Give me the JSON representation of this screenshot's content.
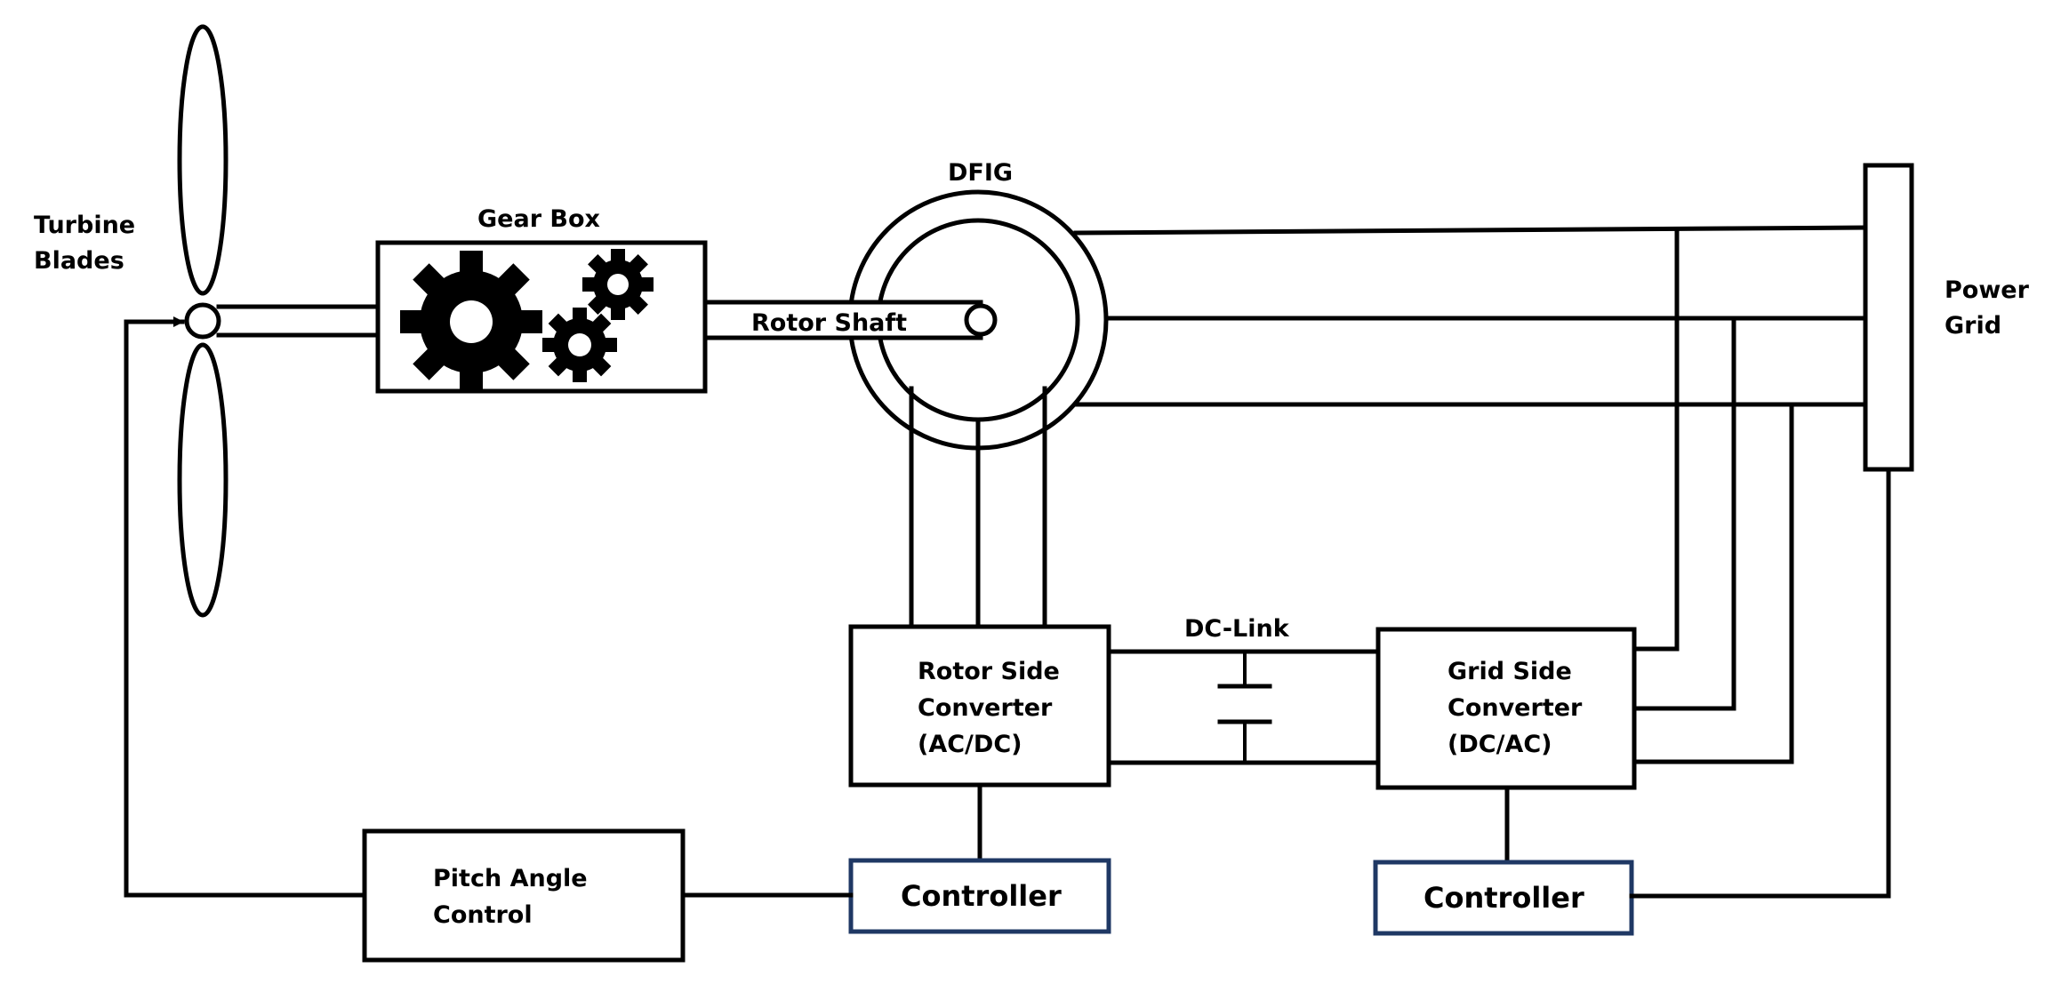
{
  "labels": {
    "turbine_blades_line1": "Turbine",
    "turbine_blades_line2": "Blades",
    "gear_box": "Gear Box",
    "rotor_shaft": "Rotor Shaft",
    "dfig": "DFIG",
    "power_grid_line1": "Power",
    "power_grid_line2": "Grid",
    "dc_link": "DC-Link",
    "rsc_line1": "Rotor Side",
    "rsc_line2": "Converter",
    "rsc_line3": "(AC/DC)",
    "gsc_line1": "Grid Side",
    "gsc_line2": "Converter",
    "gsc_line3": "(DC/AC)",
    "pitch_line1": "Pitch Angle",
    "pitch_line2": "Control",
    "controller_rotor": "Controller",
    "controller_grid": "Controller"
  },
  "colors": {
    "stroke": "#000000",
    "controller_border": "#1f3864",
    "background": "#ffffff"
  },
  "icons": [
    "gear-icon",
    "capacitor-icon",
    "arrow-icon"
  ]
}
